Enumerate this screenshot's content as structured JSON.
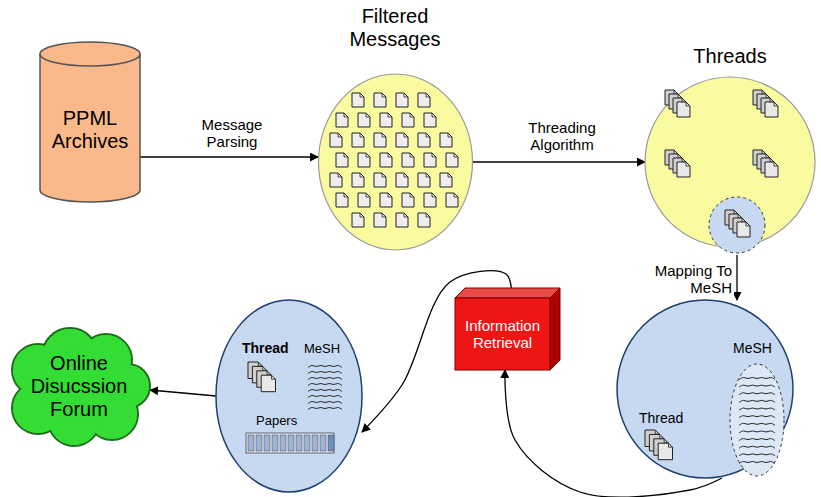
{
  "diagram": {
    "nodes": [
      {
        "text": [
          "PPML Archives"
        ]
      },
      {
        "text": [
          "Filtered Messages"
        ]
      },
      {
        "text": [
          "Threads"
        ]
      },
      {
        "text": [
          "Thread",
          "MeSH"
        ]
      },
      {
        "text": [
          "Information Retrieval"
        ]
      },
      {
        "text": [
          "Thread",
          "MeSH",
          "Papers"
        ]
      },
      {
        "text": [
          "Online Disucssion Forum"
        ]
      }
    ],
    "edges": [
      {
        "from": 0,
        "to": 1,
        "label": "Message Parsing",
        "arrow": "to"
      },
      {
        "from": 1,
        "to": 2,
        "label": "Threading Algorithm",
        "arrow": "to"
      },
      {
        "from": 2,
        "to": 3,
        "label": "Mapping To MeSH",
        "arrow": "to"
      },
      {
        "from": 3,
        "to": 4,
        "arrow": "to"
      },
      {
        "from": 4,
        "to": 5,
        "arrow": "to"
      },
      {
        "from": 5,
        "to": 6,
        "arrow": "to"
      }
    ]
  }
}
